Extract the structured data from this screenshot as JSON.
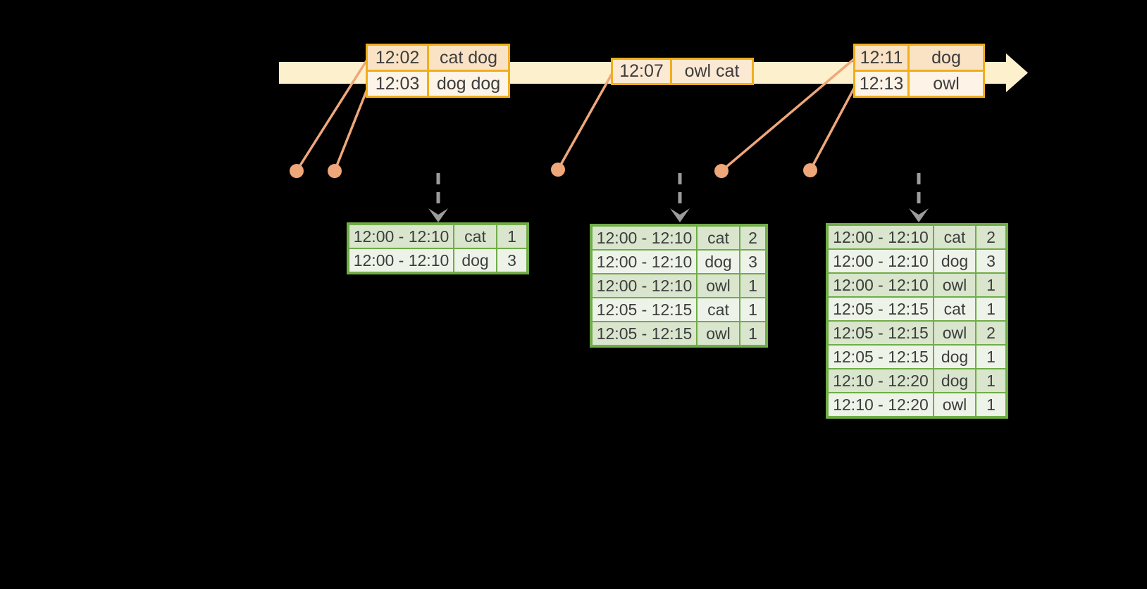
{
  "colors": {
    "background": "#000000",
    "timeline_fill": "#fdf0cc",
    "event_table_border": "#f0ae1c",
    "event_row_dark": "#fae3c5",
    "event_row_light": "#fdf3e6",
    "event_row_single": "#fce9d4",
    "connector_and_dots": "#efa77a",
    "result_table_border": "#70ad47",
    "result_row_dark": "#d9e5cd",
    "result_row_light": "#eef3e9",
    "trigger_arrow_gray": "#9c9c9c",
    "text": "#3d3d3d"
  },
  "icons": {
    "timeline_arrow": "right-arrow-band",
    "event_marker": "filled-dot",
    "trigger_arrow": "dashed-down-arrow"
  },
  "event_tables": [
    {
      "rows": [
        {
          "time": "12:02",
          "words": "cat dog"
        },
        {
          "time": "12:03",
          "words": "dog dog"
        }
      ]
    },
    {
      "rows": [
        {
          "time": "12:07",
          "words": "owl cat"
        }
      ]
    },
    {
      "rows": [
        {
          "time": "12:11",
          "words": "dog"
        },
        {
          "time": "12:13",
          "words": "owl"
        }
      ]
    }
  ],
  "result_tables": [
    {
      "rows": [
        {
          "window": "12:00 - 12:10",
          "word": "cat",
          "count": "1"
        },
        {
          "window": "12:00 - 12:10",
          "word": "dog",
          "count": "3"
        }
      ]
    },
    {
      "rows": [
        {
          "window": "12:00 - 12:10",
          "word": "cat",
          "count": "2"
        },
        {
          "window": "12:00 - 12:10",
          "word": "dog",
          "count": "3"
        },
        {
          "window": "12:00 - 12:10",
          "word": "owl",
          "count": "1"
        },
        {
          "window": "12:05 - 12:15",
          "word": "cat",
          "count": "1"
        },
        {
          "window": "12:05 - 12:15",
          "word": "owl",
          "count": "1"
        }
      ]
    },
    {
      "rows": [
        {
          "window": "12:00 - 12:10",
          "word": "cat",
          "count": "2"
        },
        {
          "window": "12:00 - 12:10",
          "word": "dog",
          "count": "3"
        },
        {
          "window": "12:00 - 12:10",
          "word": "owl",
          "count": "1"
        },
        {
          "window": "12:05 - 12:15",
          "word": "cat",
          "count": "1"
        },
        {
          "window": "12:05 - 12:15",
          "word": "owl",
          "count": "2"
        },
        {
          "window": "12:05 - 12:15",
          "word": "dog",
          "count": "1"
        },
        {
          "window": "12:10 - 12:20",
          "word": "dog",
          "count": "1"
        },
        {
          "window": "12:10 - 12:20",
          "word": "owl",
          "count": "1"
        }
      ]
    }
  ]
}
